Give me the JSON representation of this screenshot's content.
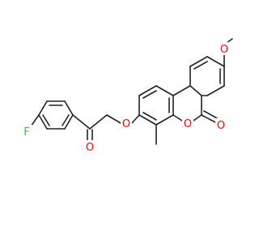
{
  "molecule": {
    "atoms": [
      {
        "id": "F",
        "label": "F",
        "color": "#33cc33"
      },
      {
        "id": "O1",
        "label": "O",
        "color": "#ff0000"
      },
      {
        "id": "O2",
        "label": "O",
        "color": "#ff0000"
      },
      {
        "id": "O3",
        "label": "O",
        "color": "#ff0000"
      },
      {
        "id": "O4",
        "label": "O",
        "color": "#ff0000"
      },
      {
        "id": "O5",
        "label": "O",
        "color": "#ff0000"
      }
    ]
  }
}
